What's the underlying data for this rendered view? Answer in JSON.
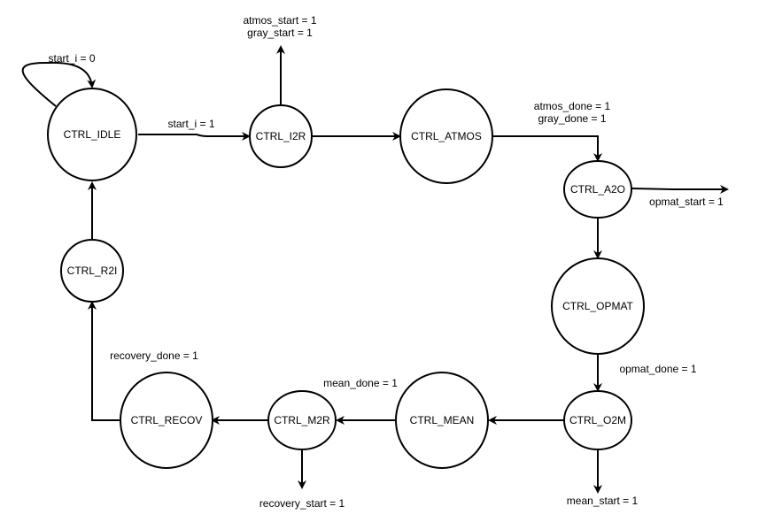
{
  "states": {
    "idle": "CTRL_IDLE",
    "i2r": "CTRL_I2R",
    "atmos": "CTRL_ATMOS",
    "a2o": "CTRL_A2O",
    "opmat": "CTRL_OPMAT",
    "o2m": "CTRL_O2M",
    "mean": "CTRL_MEAN",
    "m2r": "CTRL_M2R",
    "recov": "CTRL_RECOV",
    "r2i": "CTRL_R2I"
  },
  "labels": {
    "idle_self_loop": "start_i = 0",
    "idle_to_i2r": "start_i = 1",
    "i2r_output_line1": "atmos_start = 1",
    "i2r_output_line2": "gray_start = 1",
    "atmos_to_a2o_line1": "atmos_done = 1",
    "atmos_to_a2o_line2": "gray_done = 1",
    "a2o_output": "opmat_start = 1",
    "opmat_to_o2m": "opmat_done = 1",
    "o2m_output": "mean_start = 1",
    "mean_to_m2r": "mean_done = 1",
    "m2r_output": "recovery_start = 1",
    "recov_to_r2i": "recovery_done = 1"
  }
}
